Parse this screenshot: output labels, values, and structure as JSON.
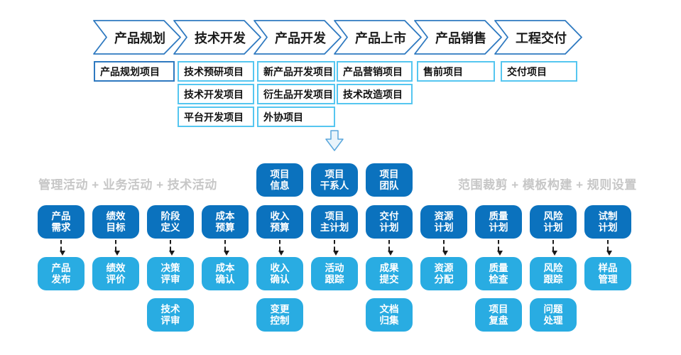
{
  "colors": {
    "dark_blue": "#0B72BE",
    "light_blue": "#29ACE2",
    "chevron_border": "#2E79C0",
    "project_box_border": "#55C6F0",
    "gray_label": "#C7C7C7"
  },
  "top_flow": {
    "stages": [
      {
        "label": "产品规划",
        "projects": [
          "产品规划项目"
        ]
      },
      {
        "label": "技术开发",
        "projects": [
          "技术预研项目",
          "技术开发项目",
          "平台开发项目"
        ]
      },
      {
        "label": "产品开发",
        "projects": [
          "新产品开发项目",
          "衍生品开发项目",
          "外协项目"
        ]
      },
      {
        "label": "产品上市",
        "projects": [
          "产品营销项目",
          "技术改造项目"
        ]
      },
      {
        "label": "产品销售",
        "projects": [
          "售前项目"
        ]
      },
      {
        "label": "工程交付",
        "projects": [
          "交付项目"
        ]
      }
    ]
  },
  "side_labels": {
    "left": "管理活动 + 业务活动 + 技术活动",
    "right": "范围裁剪 + 模板构建 + 规则设置"
  },
  "bottom": {
    "header_boxes": [
      {
        "col": 4,
        "lines": [
          "项目",
          "信息"
        ]
      },
      {
        "col": 5,
        "lines": [
          "项目",
          "干系人"
        ]
      },
      {
        "col": 6,
        "lines": [
          "项目",
          "团队"
        ]
      }
    ],
    "plan_row": [
      {
        "col": 0,
        "lines": [
          "产品",
          "需求"
        ]
      },
      {
        "col": 1,
        "lines": [
          "绩效",
          "目标"
        ]
      },
      {
        "col": 2,
        "lines": [
          "阶段",
          "定义"
        ]
      },
      {
        "col": 3,
        "lines": [
          "成本",
          "预算"
        ]
      },
      {
        "col": 4,
        "lines": [
          "收入",
          "预算"
        ]
      },
      {
        "col": 5,
        "lines": [
          "项目",
          "主计划"
        ]
      },
      {
        "col": 6,
        "lines": [
          "交付",
          "计划"
        ]
      },
      {
        "col": 7,
        "lines": [
          "资源",
          "计划"
        ]
      },
      {
        "col": 8,
        "lines": [
          "质量",
          "计划"
        ]
      },
      {
        "col": 9,
        "lines": [
          "风险",
          "计划"
        ]
      },
      {
        "col": 10,
        "lines": [
          "试制",
          "计划"
        ]
      }
    ],
    "exec_row": [
      {
        "col": 0,
        "lines": [
          "产品",
          "发布"
        ]
      },
      {
        "col": 1,
        "lines": [
          "绩效",
          "评价"
        ]
      },
      {
        "col": 2,
        "lines": [
          "决策",
          "评审"
        ]
      },
      {
        "col": 3,
        "lines": [
          "成本",
          "确认"
        ]
      },
      {
        "col": 4,
        "lines": [
          "收入",
          "确认"
        ]
      },
      {
        "col": 5,
        "lines": [
          "活动",
          "跟踪"
        ]
      },
      {
        "col": 6,
        "lines": [
          "成果",
          "提交"
        ]
      },
      {
        "col": 7,
        "lines": [
          "资源",
          "分配"
        ]
      },
      {
        "col": 8,
        "lines": [
          "质量",
          "检查"
        ]
      },
      {
        "col": 9,
        "lines": [
          "风险",
          "跟踪"
        ]
      },
      {
        "col": 10,
        "lines": [
          "样品",
          "管理"
        ]
      }
    ],
    "extra_row": [
      {
        "col": 2,
        "lines": [
          "技术",
          "评审"
        ]
      },
      {
        "col": 4,
        "lines": [
          "变更",
          "控制"
        ]
      },
      {
        "col": 6,
        "lines": [
          "文档",
          "归集"
        ]
      },
      {
        "col": 8,
        "lines": [
          "项目",
          "复盘"
        ]
      },
      {
        "col": 9,
        "lines": [
          "问题",
          "处理"
        ]
      }
    ]
  }
}
